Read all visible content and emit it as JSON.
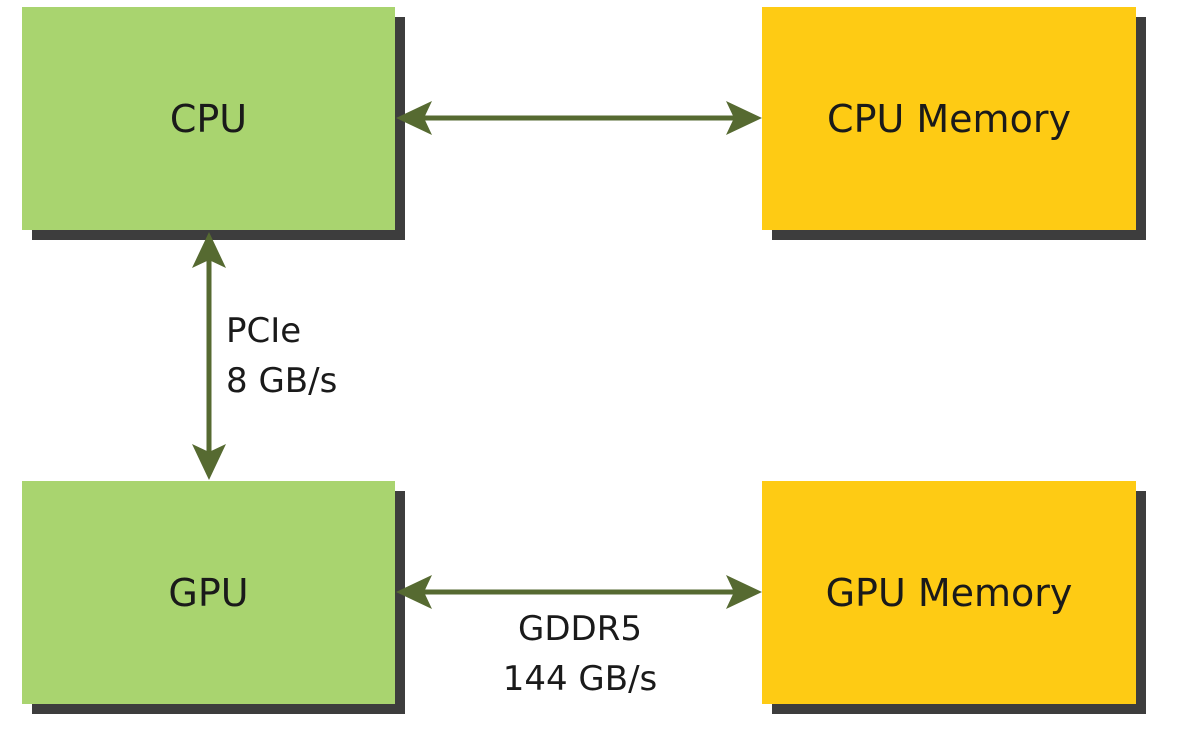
{
  "nodes": {
    "cpu": {
      "label": "CPU",
      "color": "#a9d46f"
    },
    "cpu_memory": {
      "label": "CPU Memory",
      "color": "#fecb14"
    },
    "gpu": {
      "label": "GPU",
      "color": "#a9d46f"
    },
    "gpu_memory": {
      "label": "GPU Memory",
      "color": "#fecb14"
    }
  },
  "links": {
    "cpu_to_cpu_memory": {
      "line1": "",
      "line2": ""
    },
    "cpu_to_gpu": {
      "line1": "PCIe",
      "line2": "8 GB/s"
    },
    "gpu_to_gpu_memory": {
      "line1": "GDDR5",
      "line2": "144 GB/s"
    }
  },
  "colors": {
    "arrow": "#566a31",
    "shadow": "#3d3d3d"
  }
}
